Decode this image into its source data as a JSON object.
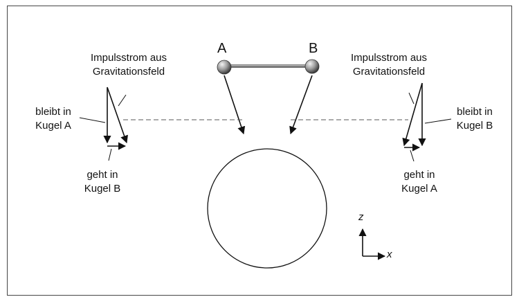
{
  "labels": {
    "mass_a": "A",
    "mass_b": "B",
    "left_top_line1": "Impulsstrom aus",
    "left_top_line2": "Gravitationsfeld",
    "left_stays_line1": "bleibt in",
    "left_stays_line2": "Kugel A",
    "left_goes_line1": "geht in",
    "left_goes_line2": "Kugel B",
    "right_top_line1": "Impulsstrom aus",
    "right_top_line2": "Gravitationsfeld",
    "right_stays_line1": "bleibt in",
    "right_stays_line2": "Kugel B",
    "right_goes_line1": "geht in",
    "right_goes_line2": "Kugel A",
    "axis_z": "z",
    "axis_x": "x"
  },
  "colors": {
    "line": "#111111",
    "frame": "#444444",
    "dashed": "#555555",
    "sphere_light": "#e8e8e8",
    "sphere_dark": "#555555"
  }
}
